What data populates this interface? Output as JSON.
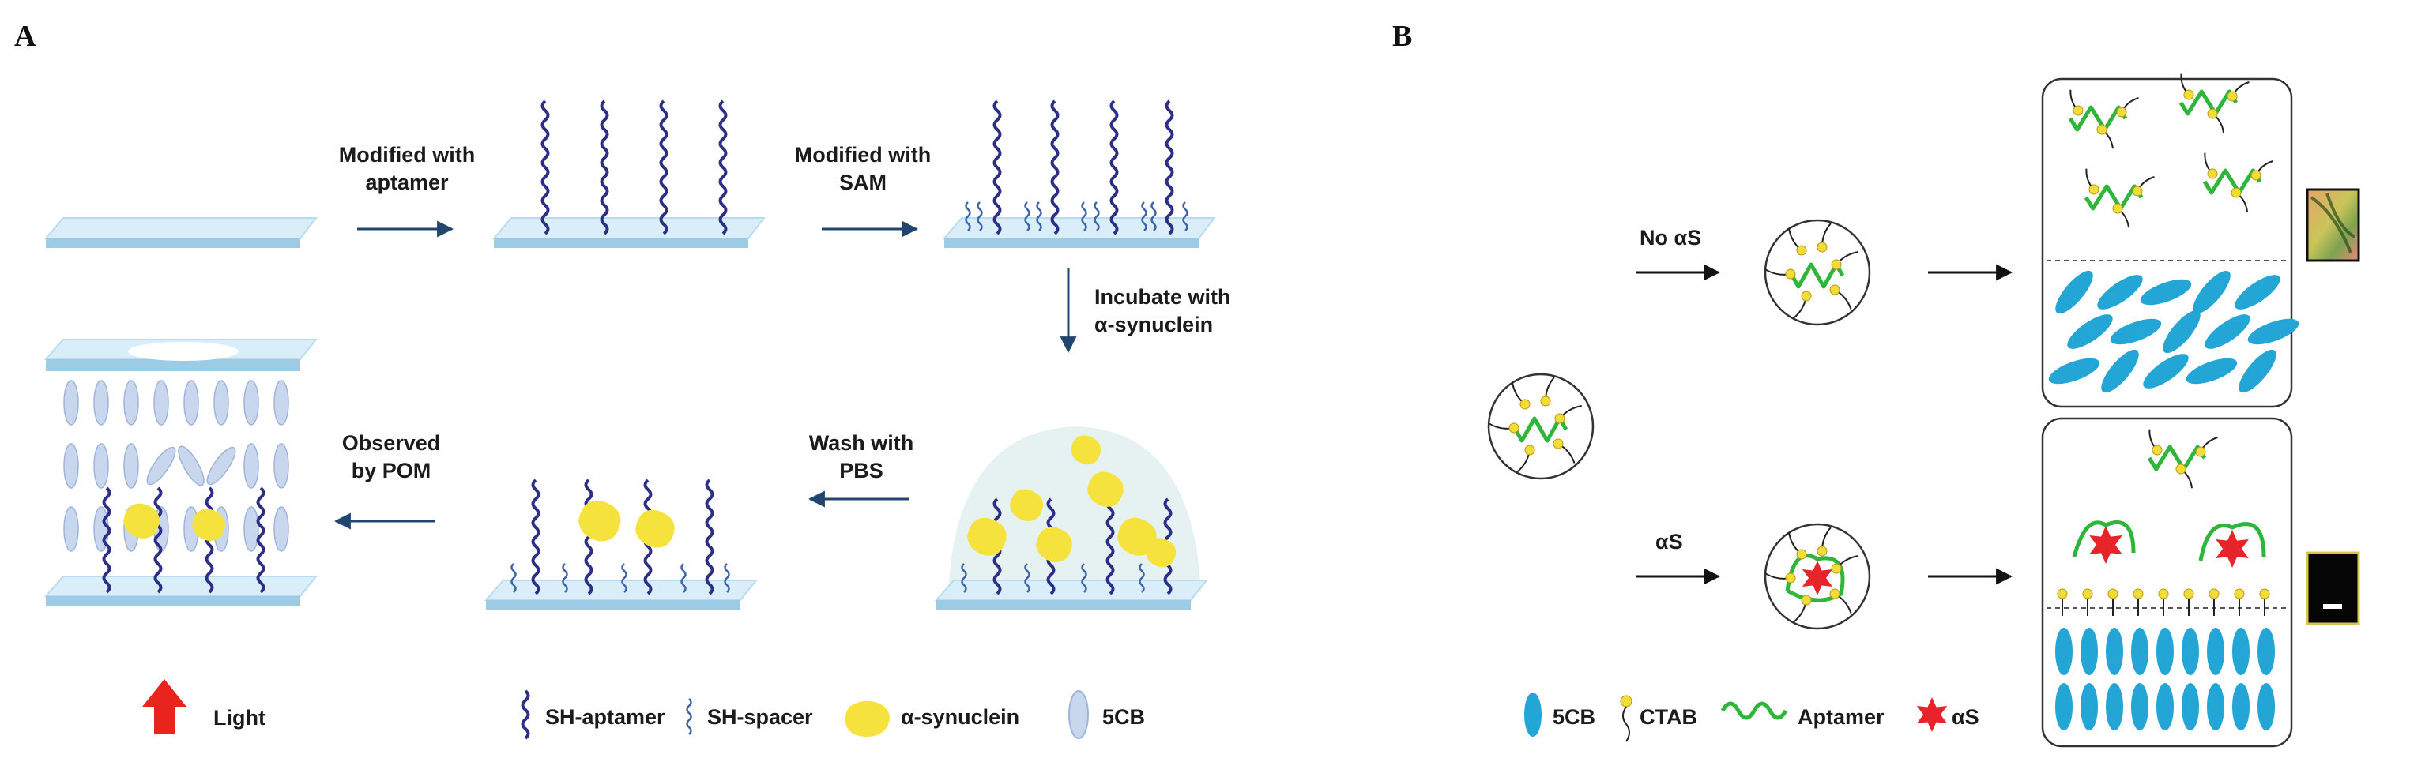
{
  "panel_a": {
    "letter": "A",
    "step_modified_aptamer": [
      "Modified with",
      "aptamer"
    ],
    "step_modified_sam": [
      "Modified with",
      "SAM"
    ],
    "step_incubate": [
      "Incubate with",
      "α-synuclein"
    ],
    "step_wash": [
      "Wash with",
      "PBS"
    ],
    "step_observed": [
      "Observed",
      "by POM"
    ],
    "light_label": "Light",
    "legend": {
      "sh_aptamer": "SH-aptamer",
      "sh_spacer": "SH-spacer",
      "synuclein": "α-synuclein",
      "lc": "5CB"
    }
  },
  "panel_b": {
    "letter": "B",
    "no_as_label": "No αS",
    "as_label": "αS",
    "legend": {
      "lc": "5CB",
      "ctab": "CTAB",
      "aptamer": "Aptamer",
      "as": "αS"
    }
  },
  "colors": {
    "slide_top": "#d9eef9",
    "slide_side": "#9ccbe6",
    "aptamer": "#2d2f86",
    "spacer": "#3d63a8",
    "synuclein": "#f5e23c",
    "lc_a": "#c9d7ee",
    "lc_b": "#23a6d5",
    "ctab_head": "#f3dc3a",
    "green_aptamer": "#2fb53a",
    "as_star": "#e8242b",
    "arrow_dark": "#22466f",
    "light_arrow": "#e8241c"
  }
}
